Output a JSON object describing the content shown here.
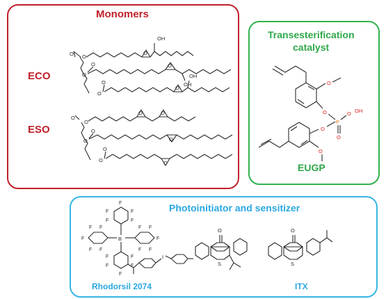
{
  "monomers": {
    "title": "Monomers",
    "eco_label": "ECO",
    "eso_label": "ESO",
    "oh_label": "OH"
  },
  "catalyst": {
    "title_line1": "Transesterification",
    "title_line2": "catalyst",
    "name": "EUGP"
  },
  "photo": {
    "title": "Photoinitiator and sensitizer",
    "rhodorsil": "Rhodorsil 2074",
    "itx": "ITX"
  },
  "atoms": {
    "o": "O",
    "p": "P",
    "oh": "OH",
    "s": "S",
    "f": "F",
    "b": "B",
    "i": "I"
  },
  "colors": {
    "monomers": "#c0202a",
    "catalyst": "#2fb24d",
    "photo": "#35b6e6"
  }
}
